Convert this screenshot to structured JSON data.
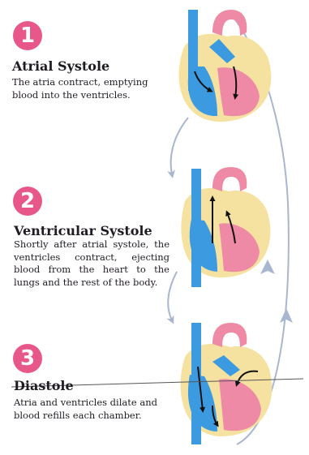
{
  "steps": [
    {
      "number": "1",
      "title": "Atrial Systole",
      "description": "The atria contract, emptying blood into the ventricles."
    },
    {
      "number": "2",
      "title": "Ventricular Systole",
      "description": "Shortly after atrial systole, the ventricles contract, ejecting blood from the heart to the lungs and the rest of the body."
    },
    {
      "number": "3",
      "title": "Diastole",
      "description": "Atria and ventricles dilate and blood refills each chamber."
    }
  ],
  "colors": {
    "badge": "#e8578a",
    "deoxygenated": "#3c9be0",
    "oxygenated": "#ef8aa6",
    "heart_wall": "#f6e2a0",
    "cycle_arrow": "#a8b6d0"
  }
}
